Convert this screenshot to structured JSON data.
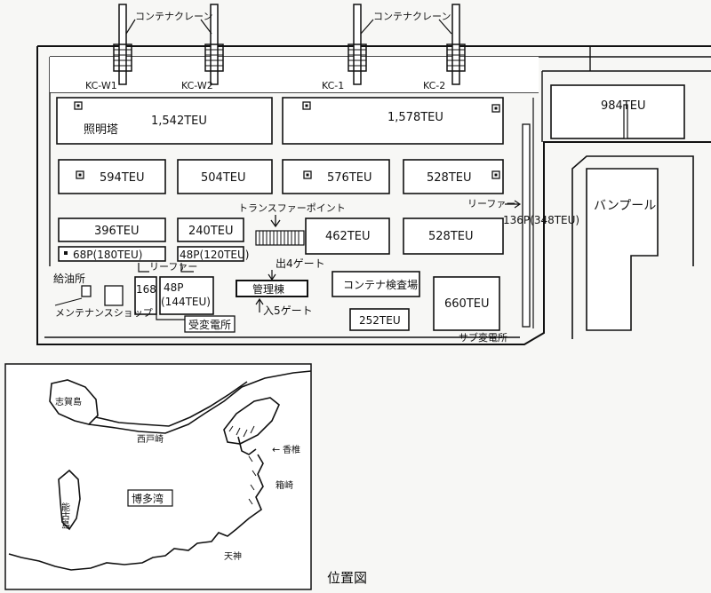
{
  "terminal": {
    "cranes": {
      "label_west": "コンテナクレーン",
      "label_east": "コンテナクレーン"
    },
    "berths": [
      "KC-W1",
      "KC-W2",
      "KC-1",
      "KC-2"
    ],
    "yards": {
      "y1542": "1,542TEU",
      "y1578": "1,578TEU",
      "y984": "984TEU",
      "y594": "594TEU",
      "y504": "504TEU",
      "y576": "576TEU",
      "y528a": "528TEU",
      "y396": "396TEU",
      "y240": "240TEU",
      "y462": "462TEU",
      "y528b": "528TEU",
      "y68p": "68P(180TEU)",
      "y48p": "48P(120TEU)",
      "y168": "168",
      "y48p2": "48P",
      "y144": "(144TEU)",
      "y660": "660TEU",
      "y252": "252TEU",
      "y136p": "136P(348TEU)"
    },
    "labels": {
      "lighting_tower": "照明塔",
      "transfer_point": "トランスファーポイント",
      "reefer_right": "リーファー",
      "reefer_left": "リーファー",
      "exit_gate": "出4ゲート",
      "admin_building": "管理棟",
      "entry_gate": "入5ゲート",
      "inspection": "コンテナ検査場",
      "fuel_station": "給油所",
      "maintenance_shop": "メンテナンスショップ",
      "substation": "受変電所",
      "sub_substation": "サブ変電所",
      "van_pool": "バンプール"
    }
  },
  "location_map": {
    "shikanoshima": "志賀島",
    "saitozaki": "西戸崎",
    "kashii": "香椎",
    "hakozaki": "箱崎",
    "nokonoshima": "能古島",
    "hakata_bay": "博多湾",
    "tenjin": "天神",
    "arrow": "←"
  },
  "caption": "位置図"
}
